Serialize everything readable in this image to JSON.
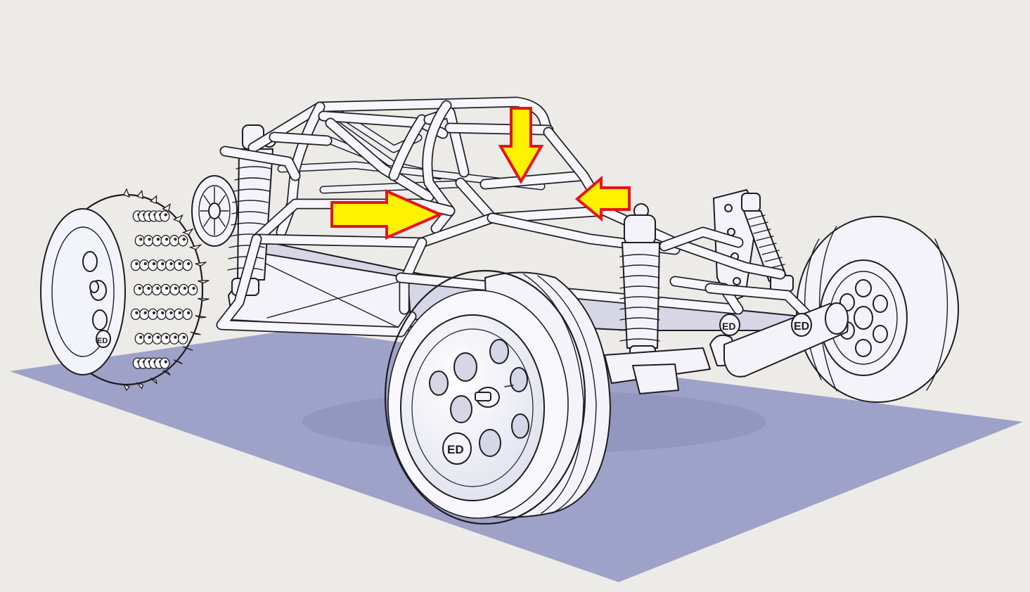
{
  "scene": {
    "subject": "rc-buggy-3d-model",
    "colors": {
      "background": "#ecebe7",
      "ground_plane": "#9ea2c8",
      "model_fill": "#f3f3f9",
      "model_shade": "#d6d6e6",
      "outline": "#1d1d22",
      "arrow_fill": "#fff200",
      "arrow_stroke": "#e5141b"
    },
    "callout_arrows": [
      {
        "direction": "right"
      },
      {
        "direction": "down"
      },
      {
        "direction": "left"
      }
    ]
  },
  "hub_logo": {
    "text": "ED"
  }
}
